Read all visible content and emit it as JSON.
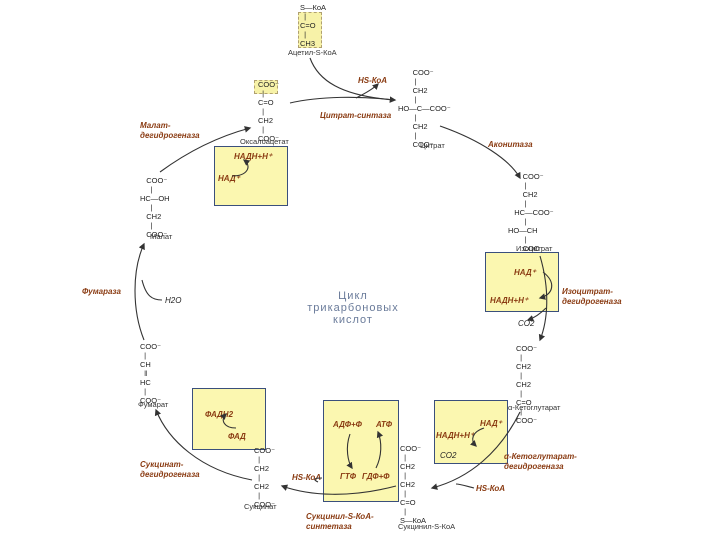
{
  "title": [
    "Цикл",
    "трикарбоновых",
    "кислот"
  ],
  "molecules": {
    "acetyl": {
      "formula": "S—КоА\n  |\nC=O\n  |\nCH3",
      "name": "Ацетил-S-КоА"
    },
    "oxaloacetate": {
      "formula": "COO⁻\n  |\nC=O\n  |\nCH2\n  |\nCOO⁻",
      "name": "Оксалоацетат"
    },
    "citrate": {
      "formula": "       COO⁻\n        |\n       CH2\n        |\nHO—C—COO⁻\n        |\n       CH2\n        |\n       COO⁻",
      "name": "Цитрат"
    },
    "isocitrate": {
      "formula": "       COO⁻\n        |\n       CH2\n        |\n   HC—COO⁻\n        |\nHO—CH\n        |\n       COO⁻",
      "name": "Изоцитрат"
    },
    "ketoglutarate": {
      "formula": "COO⁻\n  |\nCH2\n  |\nCH2\n  |\nC=O\n  |\nCOO⁻",
      "name": "α-Кетоглутарат"
    },
    "succinylcoa": {
      "formula": "COO⁻\n  |\nCH2\n  |\nCH2\n  |\nC=O\n  |\nS—КоА",
      "name": "Сукцинил-S-КоА"
    },
    "succinate": {
      "formula": "COO⁻\n  |\nCH2\n  |\nCH2\n  |\nCOO⁻",
      "name": "Сукцинат"
    },
    "fumarate": {
      "formula": "COO⁻\n  |\nCH\n  ‖\nHC\n  |\nCOO⁻",
      "name": "Фумарат"
    },
    "malate": {
      "formula": "   COO⁻\n     |\nHC—OH\n     |\n   CH2\n     |\n   COO⁻",
      "name": "Малат"
    }
  },
  "enzymes": {
    "citrate_synthase": "Цитрат-синтаза",
    "aconitase": "Аконитаза",
    "isocitrate_dh": "Изоцитрат-\nдегидрогеназа",
    "ketoglutarate_dh": "α-Кетоглутарат-\nдегидрогеназа",
    "succinyl_synthetase": "Сукцинил-S-КоА-\nсинтетаза",
    "succinate_dh": "Сукцинат-\nдегидрогеназа",
    "fumarase": "Фумараза",
    "malate_dh": "Малат-\nдегидрогеназа"
  },
  "cofactors": {
    "hs_coa_top": "HS-КоА",
    "nadh_malate": "НАДН+Н⁺",
    "nad_malate": "НАД⁺",
    "h2o": "H2O",
    "nad_iso": "НАД⁺",
    "nadh_iso": "НАДН+Н⁺",
    "co2_iso": "CO2",
    "nad_keto": "НАД⁺",
    "nadh_keto": "НАДН+Н⁺",
    "co2_keto": "CO2",
    "hs_coa_keto": "HS-КоА",
    "adp": "АДФ+Ф",
    "atp": "АТФ",
    "gtp": "ГТФ",
    "gdp": "ГДФ+Ф",
    "hs_coa_succ": "HS-КоА",
    "fadh": "ФАДН2",
    "fad": "ФАД"
  },
  "colors": {
    "box_fill": "#fbf7b0",
    "box_border": "#3a4f7c",
    "enzyme_text": "#8a3b12",
    "title_text": "#6a7b9a"
  }
}
